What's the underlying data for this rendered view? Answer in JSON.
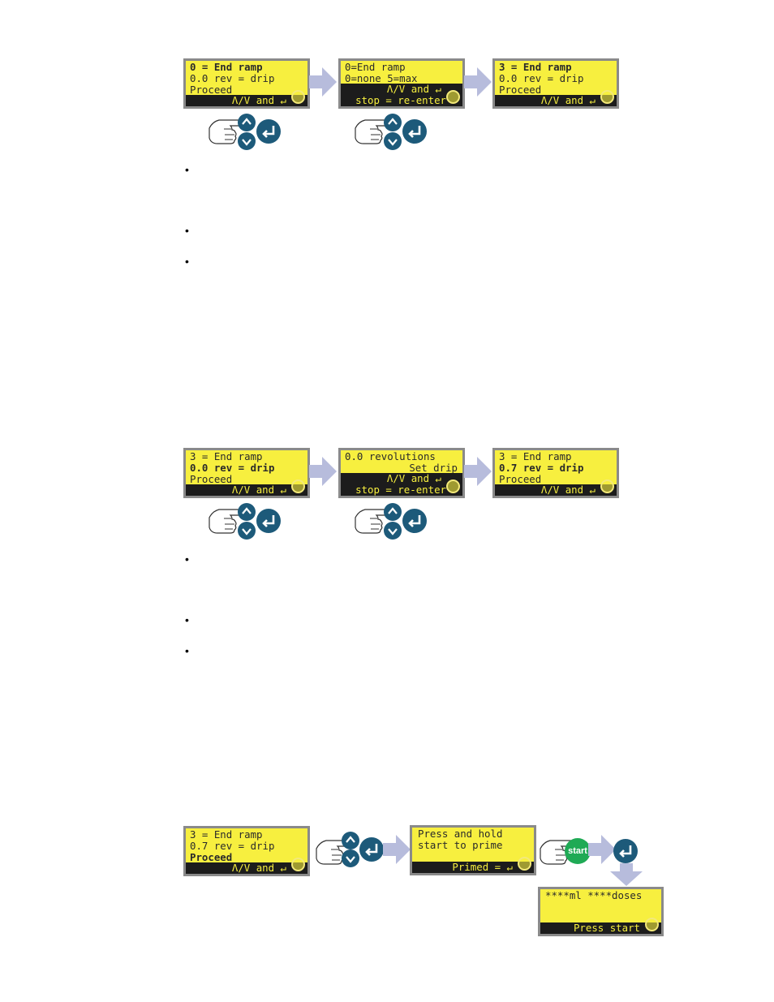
{
  "row1": {
    "screen1": {
      "l1_num": "0",
      "l1_rest": " = End ramp",
      "l2": "0.0 rev = drip",
      "l3": "Proceed",
      "bar": "Λ/V and ↵"
    },
    "screen2": {
      "l1": "0=End ramp",
      "l2": "0=none 5=max",
      "bar_top": "Λ/V and ↵",
      "bar": "stop = re-enter"
    },
    "screen3": {
      "l1_num": "3",
      "l1_rest": " = End ramp",
      "l2": "0.0 rev = drip",
      "l3": "Proceed",
      "bar": "Λ/V and ↵"
    }
  },
  "row2": {
    "screen1": {
      "l1": "3 = End ramp",
      "l2": "0.0 rev = drip",
      "l3": "Proceed",
      "bar": "Λ/V and ↵"
    },
    "screen2": {
      "l1": "0.0 revolutions",
      "l2": "Set drip",
      "bar_top": "Λ/V and ↵",
      "bar": "stop = re-enter"
    },
    "screen3": {
      "l1": "3 = End ramp",
      "l2": "0.7 rev = drip",
      "l3": "Proceed",
      "bar": "Λ/V and ↵"
    }
  },
  "row3": {
    "screen1": {
      "l1": "3 = End ramp",
      "l2": "0.7 rev = drip",
      "l3": "Proceed",
      "bar": "Λ/V and ↵"
    },
    "screen2": {
      "l1": "Press and hold",
      "l2": "start to prime",
      "bar": "Primed = ↵"
    },
    "screen3": {
      "l1": "****ml ****doses",
      "bar": "Press start"
    },
    "start_label": "start"
  },
  "icons": {
    "up": "up-arrow-key-icon",
    "down": "down-arrow-key-icon",
    "enter": "enter-key-icon",
    "hand": "pointing-hand-icon"
  },
  "colors": {
    "lcd": "#f7ef3f",
    "bezel": "#8a8a8a",
    "key_blue": "#1d5a7a",
    "key_green": "#1faa55",
    "flow_arrow": "#b7bcdc"
  }
}
